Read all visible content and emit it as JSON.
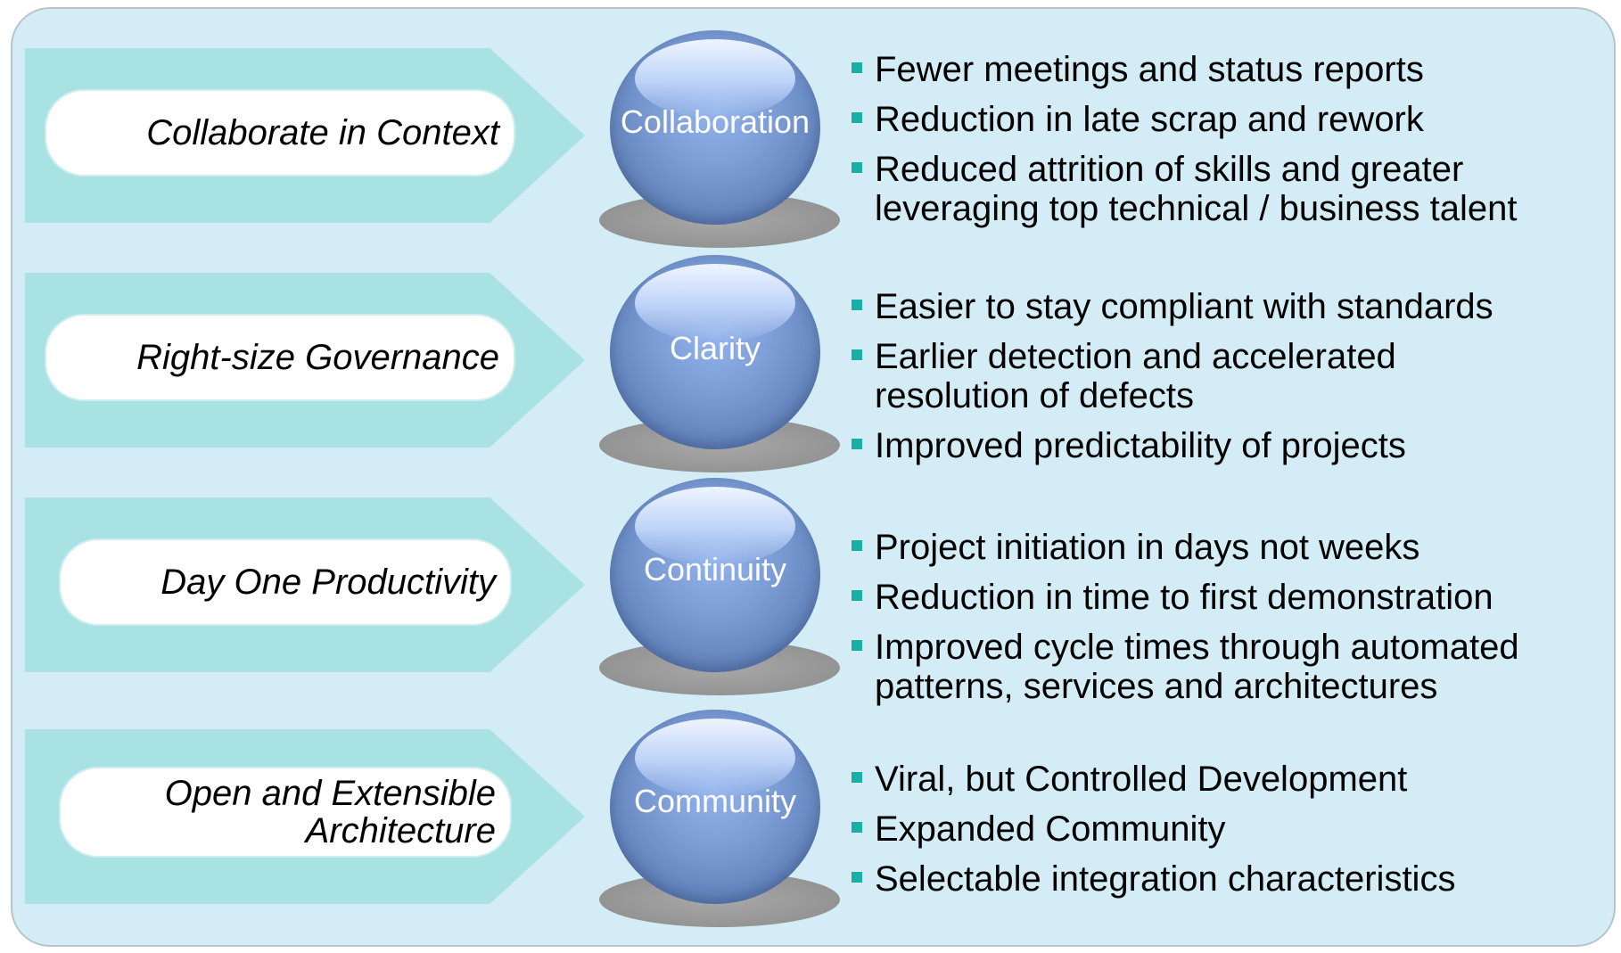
{
  "rows": [
    {
      "pillar": "Collaborate in Context",
      "sphere": "Collaboration",
      "benefits": [
        "Fewer meetings and status reports",
        "Reduction in late scrap and rework",
        "Reduced attrition of skills and greater\nleveraging top technical / business talent"
      ]
    },
    {
      "pillar": "Right-size Governance",
      "sphere": "Clarity",
      "benefits": [
        "Easier to stay compliant with standards",
        "Earlier detection and accelerated\nresolution of defects",
        "Improved predictability of projects"
      ]
    },
    {
      "pillar": "Day One Productivity",
      "sphere": "Continuity",
      "benefits": [
        "Project initiation in days not weeks",
        "Reduction in time to first demonstration",
        "Improved cycle times through automated\npatterns, services and architectures"
      ]
    },
    {
      "pillar": "Open and Extensible\nArchitecture",
      "sphere": "Community",
      "benefits": [
        "Viral, but Controlled Development",
        "Expanded Community",
        "Selectable integration characteristics"
      ]
    }
  ],
  "colors": {
    "panel_bg": "#d3ecf5",
    "chevron": "#a9e2e2",
    "sphere": "#7b9bd4",
    "bullet": "#1aaea6"
  }
}
